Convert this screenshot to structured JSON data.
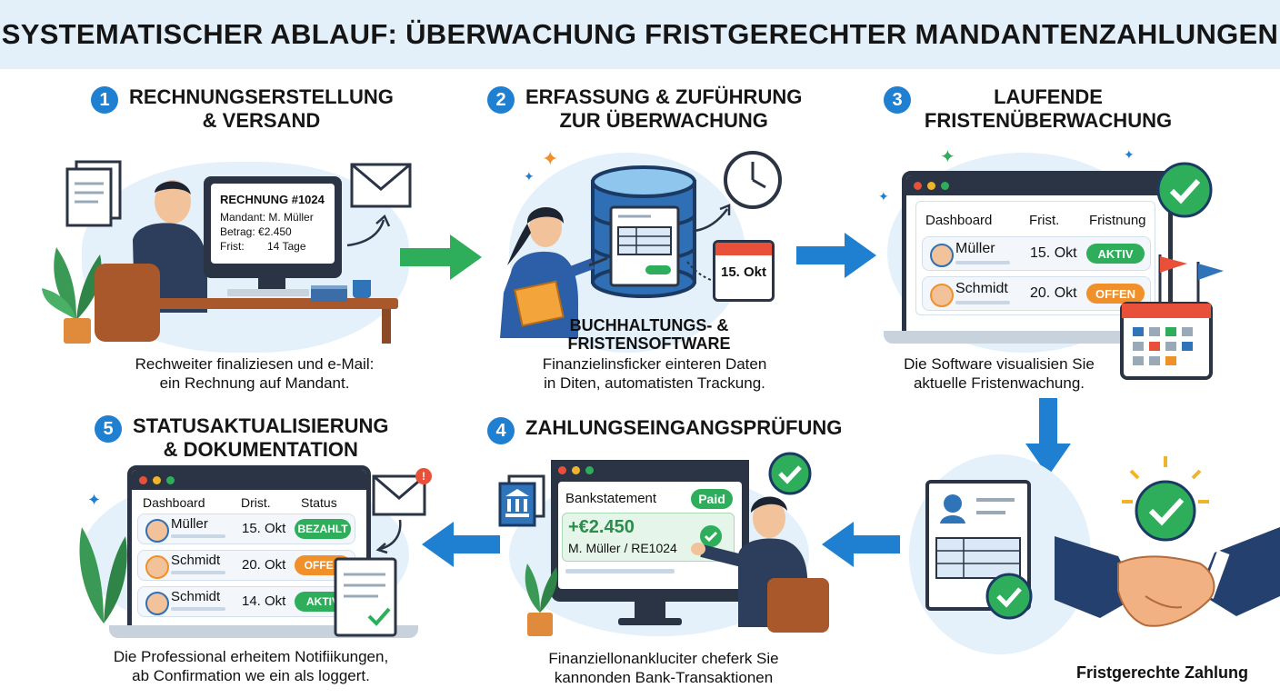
{
  "title": "SYSTEMATISCHER ABLAUF: ÜBERWACHUNG FRISTGERECHTER MANDANTENZAHLUNGEN",
  "steps": [
    {
      "number": "1",
      "title_line1": "RECHNUNGSERSTELLUNG",
      "title_line2": "& VERSAND",
      "invoice": {
        "heading": "RECHNUNG #1024",
        "client": "Mandant: M. Müller",
        "amount": "Betrag: €2.450",
        "deadline_label": "Frist:",
        "deadline_value": "14 Tage"
      },
      "caption_line1": "Rechweiter finaliziesen und e-Mail:",
      "caption_line2": "ein Rechnung auf Mandant."
    },
    {
      "number": "2",
      "title_line1": "ERFASSUNG & ZUFÜHRUNG",
      "title_line2": "ZUR ÜBERWACHUNG",
      "calendar_date": "15. Okt",
      "software_label_line1": "BUCHHALTUNGS- &",
      "software_label_line2": "FRISTENSOFTWARE",
      "caption_line1": "Finanzielinsficker einteren Daten",
      "caption_line2": "in Diten, automatisten Trackung."
    },
    {
      "number": "3",
      "title_line1": "LAUFENDE",
      "title_line2": "FRISTENÜBERWACHUNG",
      "dashboard": {
        "col1": "Dashboard",
        "col2": "Frist.",
        "col3": "Fristnung",
        "rows": [
          {
            "name": "Müller",
            "date": "15. Okt",
            "status": "AKTIV"
          },
          {
            "name": "Schmidt",
            "date": "20. Okt",
            "status": "OFFEN"
          }
        ]
      },
      "caption_line1": "Die Software visualisien Sie",
      "caption_line2": "aktuelle Fristenwachung."
    },
    {
      "number": "4",
      "title": "ZAHLUNGSEINGANGSPRÜFUNG",
      "bank": {
        "label": "Bankstatement",
        "badge": "Paid",
        "amount": "+€2.450",
        "reference": "M. Müller / RE1024"
      },
      "caption_line1": "Finanziellonankluciter cheferk Sie",
      "caption_line2": "kannonden Bank-Transaktionen"
    },
    {
      "number": "5",
      "title_line1": "STATUSAKTUALISIERUNG",
      "title_line2": "& DOKUMENTATION",
      "dashboard": {
        "col1": "Dashboard",
        "col2": "Drist.",
        "col3": "Status",
        "rows": [
          {
            "name": "Müller",
            "date": "15. Okt",
            "status": "BEZAHLT"
          },
          {
            "name": "Schmidt",
            "date": "20. Okt",
            "status": "OFFEN"
          },
          {
            "name": "Schmidt",
            "date": "14. Okt",
            "status": "AKTIV"
          }
        ]
      },
      "caption_line1": "Die Professional erheitem Notifiikungen,",
      "caption_line2": "ab Confirmation we ein als loggert."
    }
  ],
  "result_label": "Fristgerechte Zahlung",
  "colors": {
    "accent_blue": "#1f7fd0",
    "arrow_green": "#2eae5a",
    "arrow_blue": "#1f7fd0",
    "status_green": "#2eae5a",
    "status_orange": "#f0902a",
    "dark": "#2b3445",
    "blob": "#e4f1fb"
  }
}
